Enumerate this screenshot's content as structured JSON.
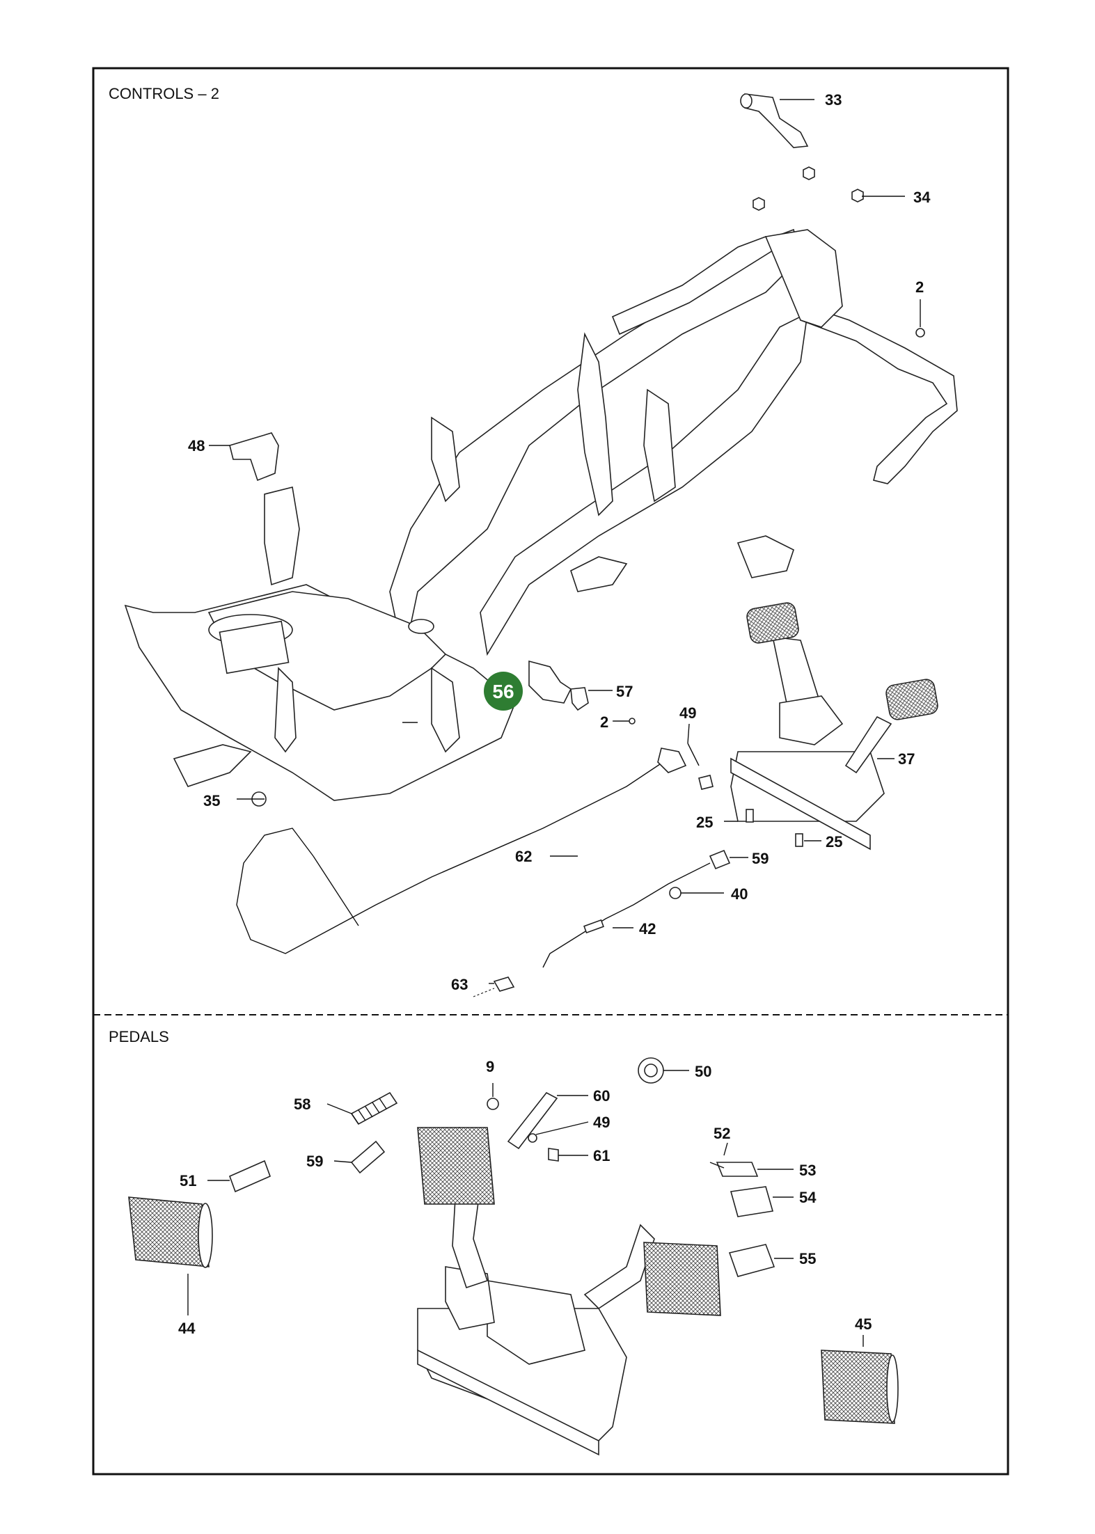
{
  "sections": {
    "controls_title": "CONTROLS – 2",
    "pedals_title": "PEDALS"
  },
  "highlight_color": "#2e7d32",
  "callouts": {
    "c33": "33",
    "c34": "34",
    "c2a": "2",
    "c48": "48",
    "c56": "56",
    "c57": "57",
    "c2b": "2",
    "c49a": "49",
    "c37": "37",
    "c35": "35",
    "c25a": "25",
    "c25b": "25",
    "c62": "62",
    "c59a": "59",
    "c40": "40",
    "c42": "42",
    "c63": "63",
    "c9": "9",
    "c50": "50",
    "c60": "60",
    "c58": "58",
    "c49b": "49",
    "c61": "61",
    "c59b": "59",
    "c52": "52",
    "c53": "53",
    "c51": "51",
    "c54": "54",
    "c55": "55",
    "c44": "44",
    "c45": "45"
  }
}
